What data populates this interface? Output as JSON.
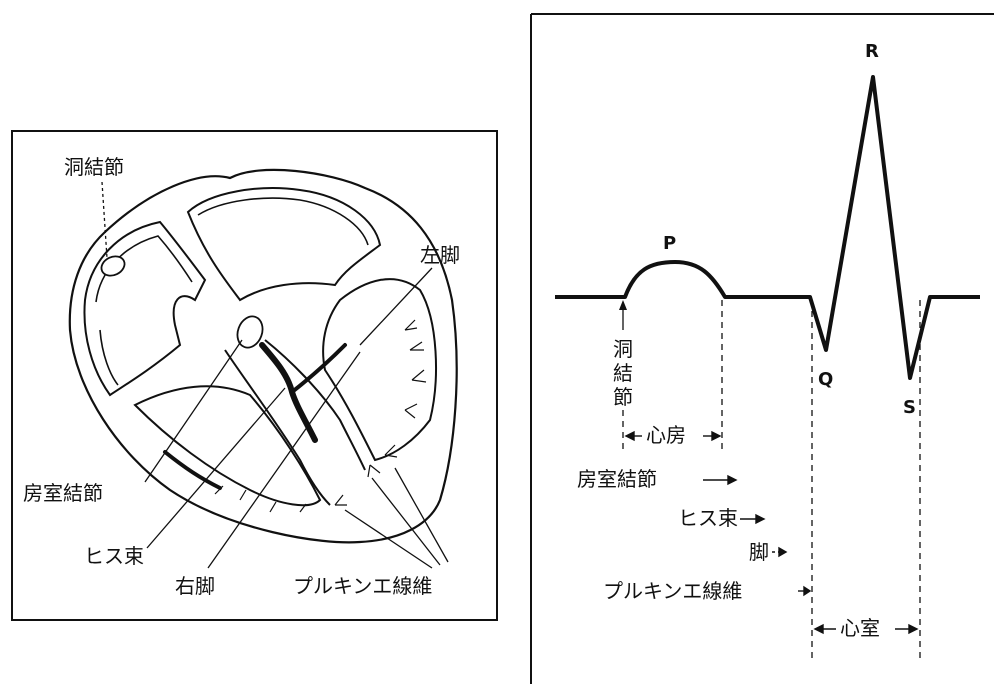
{
  "heart": {
    "labels": {
      "sa_node": "洞結節",
      "left_branch": "左脚",
      "av_node": "房室結節",
      "his_bundle": "ヒス束",
      "right_branch": "右脚",
      "purkinje": "プルキンエ線維"
    }
  },
  "ecg": {
    "waves": {
      "p": "P",
      "q": "Q",
      "r": "R",
      "s": "S"
    },
    "sa_node": [
      "洞",
      "結",
      "節"
    ],
    "intervals": {
      "atrium": "心房",
      "av_node": "房室結節",
      "his_bundle": "ヒス束",
      "branch": "脚",
      "purkinje": "プルキンエ線維",
      "ventricle": "心室"
    }
  }
}
